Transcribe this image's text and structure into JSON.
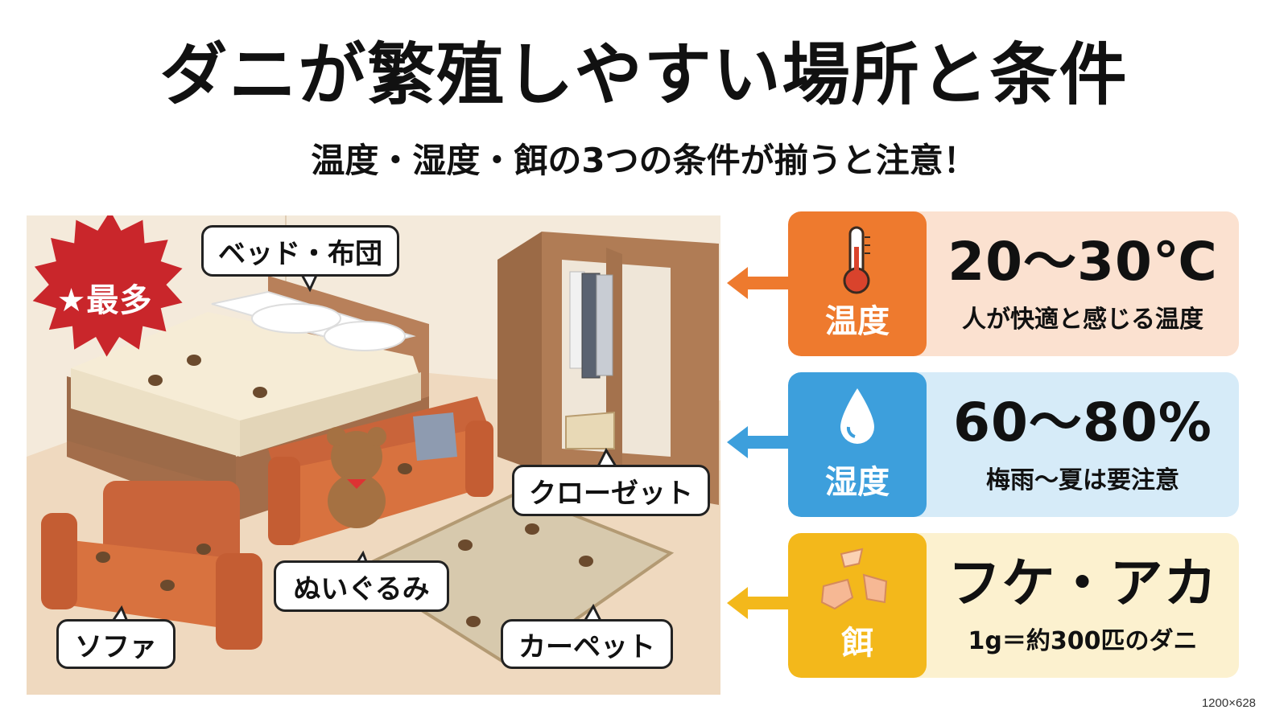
{
  "title": "ダニが繁殖しやすい場所と条件",
  "subtitle": "温度・湿度・餌の3つの条件が揃うと注意！",
  "scene": {
    "badge": "★最多",
    "callouts": {
      "bed": "ベッド・布団",
      "closet": "クローゼット",
      "stuffed_toy": "ぬいぐるみ",
      "sofa": "ソファ",
      "carpet": "カーペット"
    }
  },
  "conditions": [
    {
      "label": "温度",
      "value": "20〜30℃",
      "note": "人が快適と感じる温度",
      "icon": "thermometer-icon",
      "tag_color": "#ee7a2e",
      "bg_color": "#fbe1d0",
      "arrow_color": "#ee7a2e"
    },
    {
      "label": "湿度",
      "value": "60〜80%",
      "note": "梅雨〜夏は要注意",
      "icon": "water-drop-icon",
      "tag_color": "#3d9fdc",
      "bg_color": "#d6ebf8",
      "arrow_color": "#3d9fdc"
    },
    {
      "label": "餌",
      "value": "フケ・アカ",
      "note": "1g＝約300匹のダニ",
      "icon": "skin-flakes-icon",
      "tag_color": "#f3b81b",
      "bg_color": "#fcf1cf",
      "arrow_color": "#f3b81b"
    }
  ],
  "image_size_label": "1200×628"
}
